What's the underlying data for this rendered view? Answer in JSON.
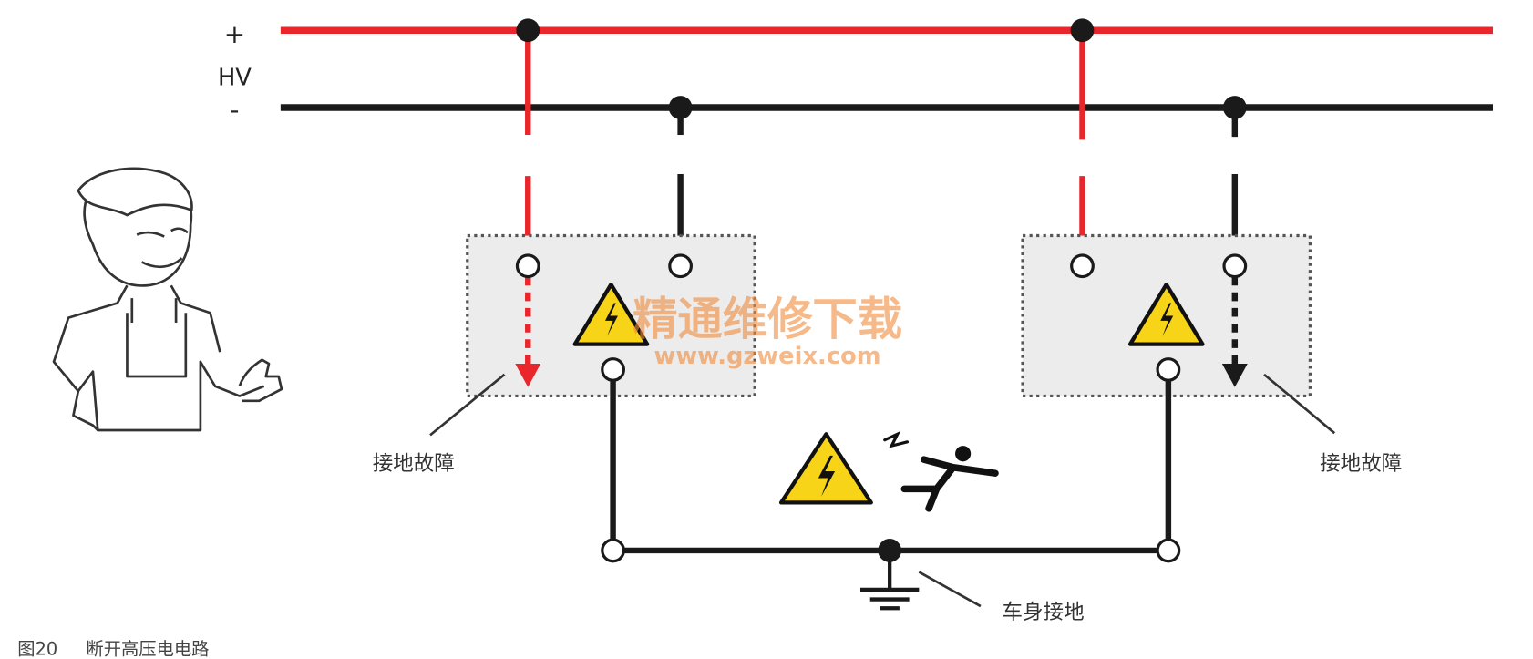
{
  "rails": {
    "plus": "+",
    "hv": "HV",
    "minus": "-"
  },
  "labels": {
    "left_fault": "接地故障",
    "right_fault": "接地故障",
    "body_ground": "车身接地"
  },
  "watermark": {
    "title": "精通维修下载",
    "url": "www.gzweix.com"
  },
  "caption": {
    "number": "图20",
    "text": "断开高压电电路"
  },
  "colors": {
    "positive": "#e8262b",
    "negative": "#1a1a1a",
    "box_fill": "#ececec",
    "warning": "#f7d417",
    "watermark": "#f08a3c"
  }
}
